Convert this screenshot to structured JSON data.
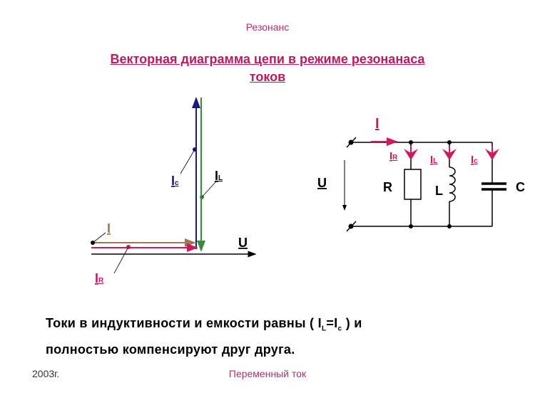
{
  "slide": {
    "top_label": "Резонанс",
    "title_line1": "Векторная диаграмма цепи в режиме резонанаса",
    "title_line2": "токов",
    "body_line1": "Токи в индуктивности и емкости равны   ( I",
    "body_sub_L": "L",
    "body_eq": "=I",
    "body_sub_c": "c",
    "body_line1_end": " ) и",
    "body_line2": "полностью компенсируют друг друга.",
    "footer_left": "2003г.",
    "footer_center": "Переменный ток"
  },
  "vector_diagram": {
    "label_I": "I",
    "label_IR": "I",
    "label_IR_sub": "R",
    "label_Ic": "I",
    "label_Ic_sub": "c",
    "label_IL": "I",
    "label_IL_sub": "L",
    "label_U": "U"
  },
  "circuit": {
    "label_I": "I",
    "label_IR": "I",
    "label_IR_sub": "R",
    "label_IL": "I",
    "label_IL_sub": "L",
    "label_Ic": "I",
    "label_Ic_sub": "c",
    "label_U": "U",
    "label_R": "R",
    "label_L": "L",
    "label_C": "C"
  },
  "colors": {
    "pink": "#d0185f",
    "blue": "#1a1a80",
    "green": "#3a8a3a",
    "brown": "#9a7a50"
  }
}
